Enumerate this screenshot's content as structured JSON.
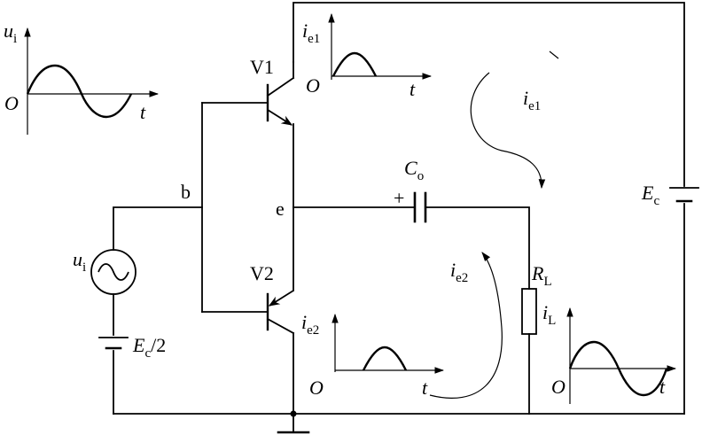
{
  "labels": {
    "ui_plot_y_main": "u",
    "ui_plot_y_sub": "i",
    "ui_plot_origin": "O",
    "ui_plot_t": "t",
    "ie1_plot_y_main": "i",
    "ie1_plot_y_sub": "e1",
    "ie1_plot_origin": "O",
    "ie1_plot_t": "t",
    "v1": "V1",
    "v2": "V2",
    "node_b": "b",
    "node_e": "e",
    "source_main": "u",
    "source_sub": "i",
    "battery_main": "E",
    "battery_sub": "c",
    "battery_tail": "/2",
    "cap_plus": "+",
    "cap_main": "C",
    "cap_sub": "o",
    "loop1_main": "i",
    "loop1_sub": "e1",
    "ec_main": "E",
    "ec_sub": "c",
    "loop2_main": "i",
    "loop2_sub": "e2",
    "rl_main": "R",
    "rl_sub": "L",
    "il_main": "i",
    "il_sub": "L",
    "ie2_plot_y_main": "i",
    "ie2_plot_y_sub": "e2",
    "ie2_plot_origin": "O",
    "ie2_plot_t": "t",
    "il_plot_origin": "O",
    "il_plot_t": "t"
  }
}
